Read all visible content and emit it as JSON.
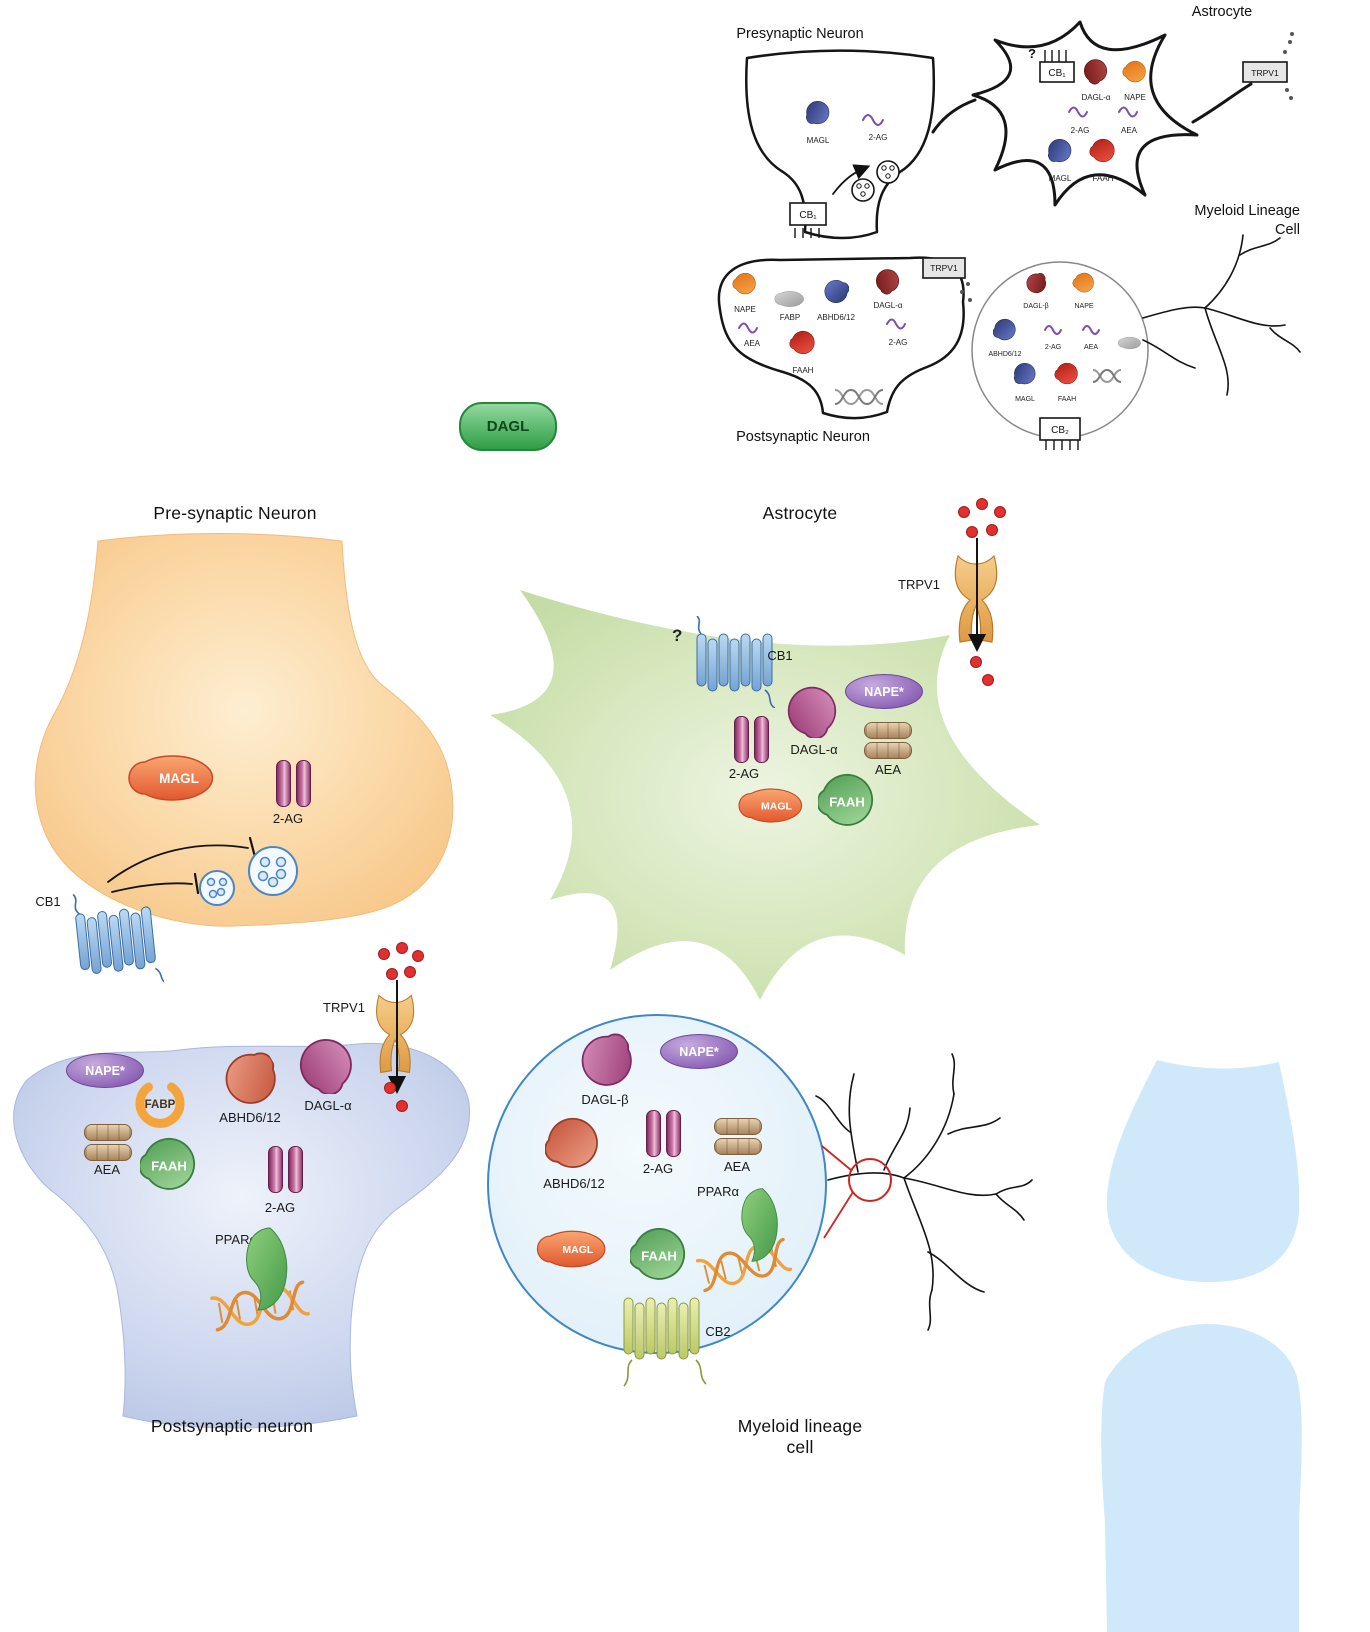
{
  "legend": {
    "dagl": "DAGL"
  },
  "sketch": {
    "pre_title": "Presynaptic Neuron",
    "post_title": "Postsynaptic Neuron",
    "astro_title": "Astrocyte",
    "mye_title1": "Myeloid Lineage",
    "mye_title2": "Cell",
    "pre_magl": "MAGL",
    "pre_ag2": "2-AG",
    "pre_cb1": "CB₁",
    "post_nape": "NAPE",
    "post_fabp": "FABP",
    "post_abhd": "ABHD6/12",
    "post_dagla": "DAGL-α",
    "post_trpv1": "TRPV1",
    "post_aea": "AEA",
    "post_ag2": "2-AG",
    "post_faah": "FAAH",
    "astro_q": "?",
    "astro_cb1": "CB₁",
    "astro_dagla": "DAGL-α",
    "astro_nape": "NAPE",
    "astro_trpv1": "TRPV1",
    "astro_ag2": "2-AG",
    "astro_aea": "AEA",
    "astro_magl": "MAGL",
    "astro_faah": "FAAH",
    "mye_daglb": "DAGL-β",
    "mye_nape": "NAPE",
    "mye_abhd": "ABHD6/12",
    "mye_ag2": "2-AG",
    "mye_aea": "AEA",
    "mye_magl": "MAGL",
    "mye_faah": "FAAH",
    "mye_cb2": "CB₂"
  },
  "presynaptic": {
    "title": "Pre-synaptic Neuron",
    "magl": "MAGL",
    "ag2": "2-AG",
    "cb1": "CB1"
  },
  "astrocyte": {
    "title": "Astrocyte",
    "trpv1": "TRPV1",
    "question": "?",
    "cb1": "CB1",
    "dagl_a": "DAGL-α",
    "nape": "NAPE*",
    "ag2": "2-AG",
    "aea": "AEA",
    "magl": "MAGL",
    "faah": "FAAH"
  },
  "postsynaptic": {
    "title": "Postsynaptic neuron",
    "trpv1": "TRPV1",
    "nape": "NAPE*",
    "fabp": "FABP",
    "abhd": "ABHD6/12",
    "dagl_a": "DAGL-α",
    "aea": "AEA",
    "faah": "FAAH",
    "ag2": "2-AG",
    "ppar": "PPARα"
  },
  "myeloid": {
    "title1": "Myeloid  lineage",
    "title2": "cell",
    "dagl_b": "DAGL-β",
    "nape": "NAPE*",
    "abhd": "ABHD6/12",
    "ag2": "2-AG",
    "aea": "AEA",
    "magl": "MAGL",
    "faah": "FAAH",
    "ppar": "PPARα",
    "cb2": "CB2"
  }
}
